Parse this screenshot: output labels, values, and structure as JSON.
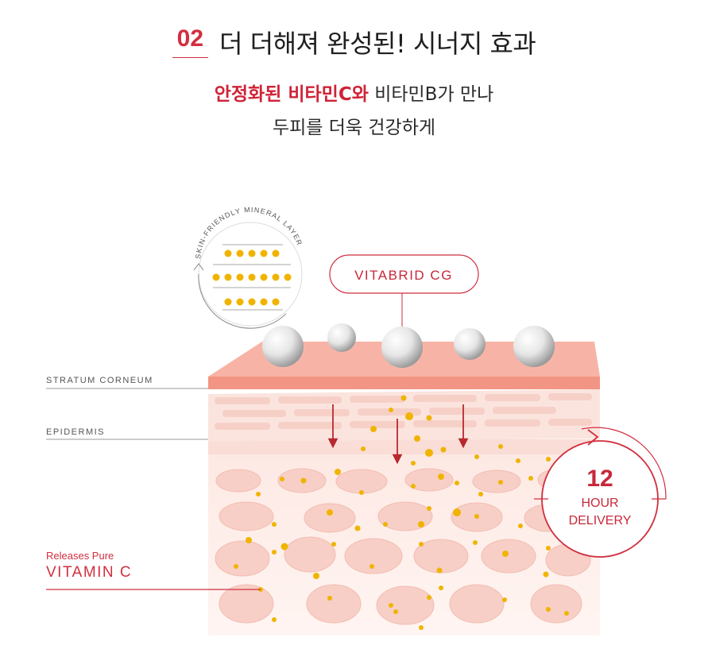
{
  "header": {
    "number": "02",
    "title": "더 더해져 완성된! 시너지 효과",
    "subtitle_highlight": "안정화된 비타민C와",
    "subtitle_rest": " 비타민B가 만나",
    "subtitle_line2": "두피를 더욱 건강하게"
  },
  "diagram": {
    "mineral_layer_label": "SKIN-FRIENDLY MINERAL LAYER",
    "vitabrid_label": "VITABRID CG",
    "layer_labels": [
      "STRATUM CORNEUM",
      "EPIDERMIS"
    ],
    "releases_label": "Releases Pure",
    "vitamin_label": "VITAMIN C",
    "delivery": {
      "number": "12",
      "line1": "HOUR",
      "line2": "DELIVERY"
    }
  },
  "colors": {
    "accent": "#d12f3f",
    "layer_pink": "#f4a597",
    "dot_yellow": "#f0b400"
  }
}
